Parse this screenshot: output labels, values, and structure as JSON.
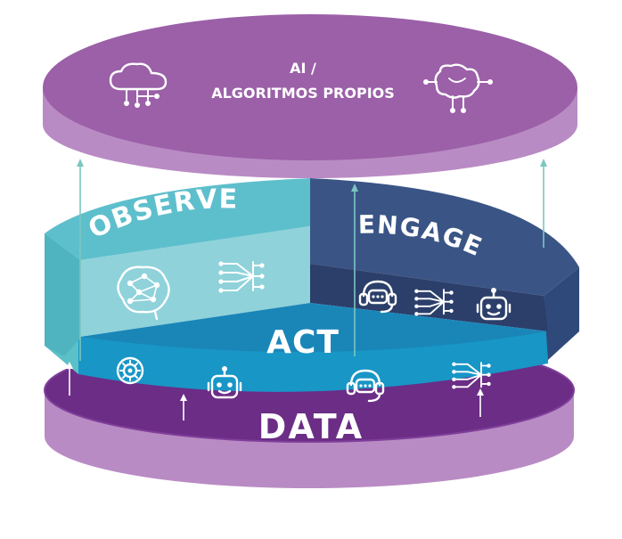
{
  "top_layer": {
    "title_line1": "AI /",
    "title_line2": "ALGORITMOS PROPIOS",
    "icons": [
      "cloud-network-icon",
      "brain-circuit-icon"
    ]
  },
  "segments": {
    "observe": {
      "label": "OBSERVE",
      "icons": [
        "brain-network-icon",
        "circuit-fork-icon"
      ]
    },
    "engage": {
      "label": "ENGAGE",
      "icons": [
        "headset-chat-icon",
        "circuit-fork-icon",
        "robot-icon"
      ]
    },
    "act": {
      "label": "ACT",
      "icons": [
        "gear-circle-icon",
        "robot-icon",
        "headset-chat-icon",
        "circuit-fork-icon"
      ]
    }
  },
  "base_layer": {
    "label": "DATA"
  },
  "colors": {
    "top_face": "#9b60a8",
    "top_side": "#b98bc4",
    "observe_top": "#5ebfcc",
    "observe_side": "#8fd2da",
    "engage_top": "#3a5585",
    "engage_side": "#2b3f6a",
    "act_top": "#1a86b8",
    "act_side": "#1896c6",
    "base_top": "#6b2d86",
    "base_side": "#b98bc4",
    "arrow": "#7cc6c2"
  }
}
